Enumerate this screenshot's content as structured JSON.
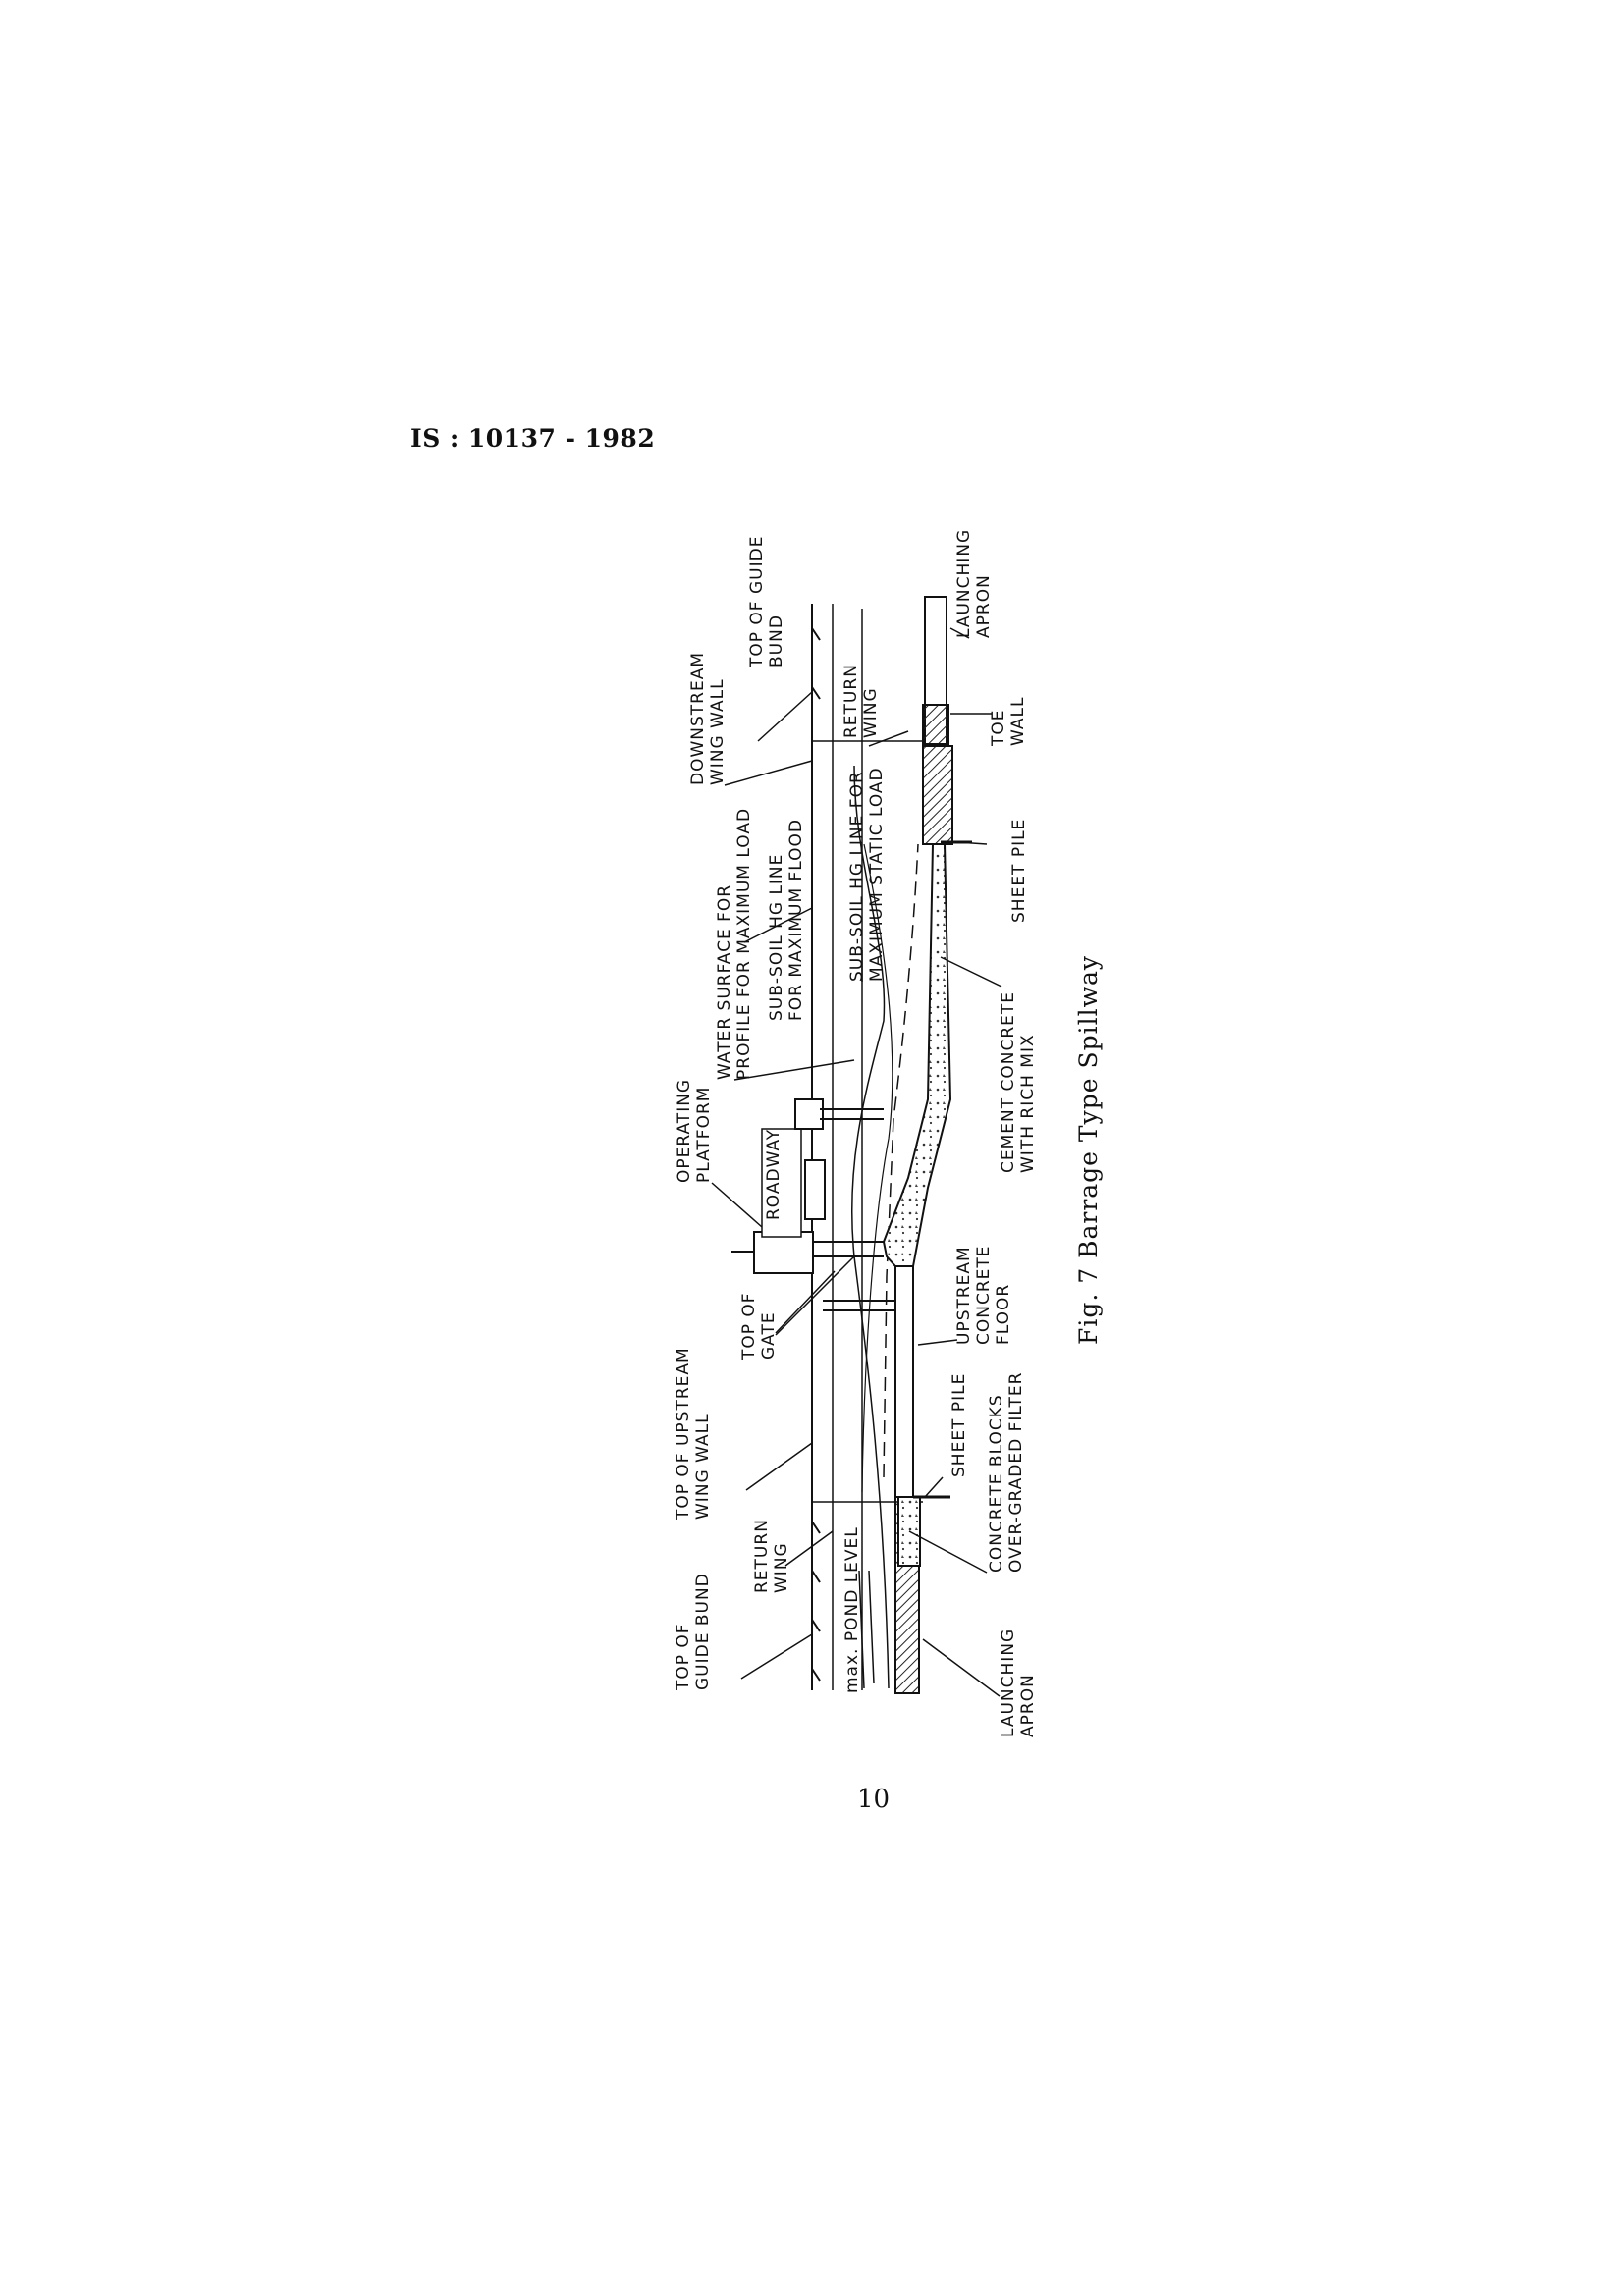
{
  "document": {
    "header": "IS : 10137 - 1982",
    "page_number": "10"
  },
  "figure": {
    "caption": "Fig. 7 Barrage Type Spillway",
    "labels": {
      "top_of_guide_bund_upstream": [
        "TOP OF",
        "GUIDE BUND"
      ],
      "return_wing_upstream": [
        "RETURN",
        "WING"
      ],
      "top_of_upstream_wing_wall": [
        "TOP OF UPSTREAM",
        "WING WALL"
      ],
      "top_of_gate": [
        "TOP OF",
        "GATE"
      ],
      "operating_platform": [
        "OPERATING",
        "PLATFORM"
      ],
      "roadway": "ROADWAY",
      "water_surface": [
        "WATER SURFACE FOR",
        "PROFILE FOR MAXIMUM LOAD"
      ],
      "subsoil_hg_flood": [
        "SUB-SOIL HG LINE",
        "FOR MAXIMUM FLOOD"
      ],
      "downstream_wing_wall": [
        "DOWNSTREAM",
        "WING WALL"
      ],
      "subsoil_hg_static": [
        "SUB-SOIL HG LINE FOR",
        "MAXIMUM STATIC LOAD"
      ],
      "top_of_guide_bund_downstream": [
        "TOP OF GUIDE",
        "BUND"
      ],
      "return_wing_downstream": [
        "RETURN",
        "WING"
      ],
      "max_pond_level": "max. POND LEVEL",
      "launching_apron_upstream": [
        "LAUNCHING",
        "APRON"
      ],
      "concrete_blocks": [
        "CONCRETE BLOCKS",
        "OVER-GRADED FILTER"
      ],
      "sheet_pile_upstream": "SHEET PILE",
      "upstream_concrete_floor": [
        "UPSTREAM",
        "CONCRETE",
        "FLOOR"
      ],
      "cement_concrete": [
        "CEMENT CONCRETE",
        "WITH RICH MIX"
      ],
      "sheet_pile_downstream": "SHEET PILE",
      "toe_wall": [
        "TOE",
        "WALL"
      ],
      "launching_apron_downstream": [
        "LAUNCHING",
        "APRON"
      ]
    }
  }
}
